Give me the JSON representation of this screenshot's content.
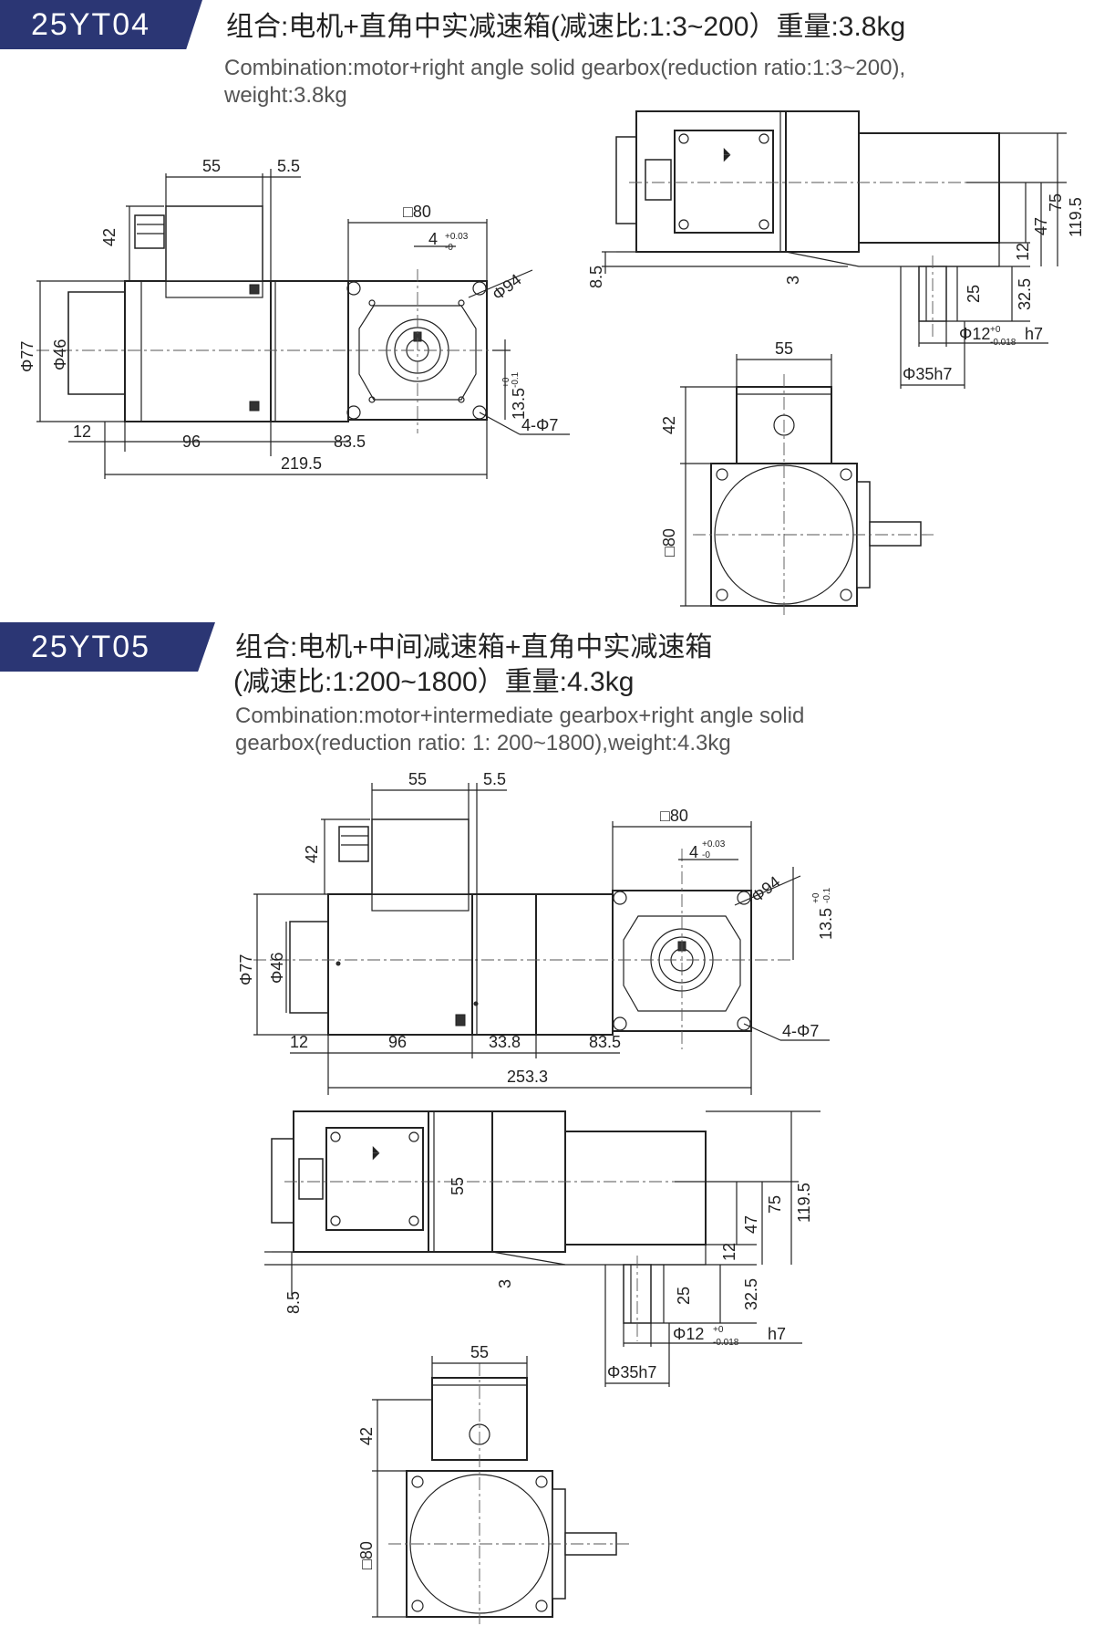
{
  "sections": [
    {
      "model": "25YT04",
      "title_cn": "组合:电机+直角中实减速箱(减速比:1:3~200）重量:3.8kg",
      "title_en_1": "Combination:motor+right angle solid gearbox(reduction ratio:1:3~200),",
      "title_en_2": "weight:3.8kg"
    },
    {
      "model": "25YT05",
      "title_cn_1": "组合:电机+中间减速箱+直角中实减速箱",
      "title_cn_2": "(减速比:1:200~1800）重量:4.3kg",
      "title_en_1": "Combination:motor+intermediate gearbox+right angle solid",
      "title_en_2": "gearbox(reduction  ratio: 1: 200~1800),weight:4.3kg"
    }
  ],
  "dims": {
    "d55": "55",
    "d5_5": "5.5",
    "d42": "42",
    "sq80": "□80",
    "d4": "4",
    "tol_p003": "+0.03",
    "tol_m0": "-0",
    "phi94": "Φ94",
    "phi77": "Φ77",
    "phi46": "Φ46",
    "d13_5": "13.5",
    "tol_p0": "+0",
    "tol_m01": "-0.1",
    "holes": "4-Φ7",
    "d12": "12",
    "d96": "96",
    "d83_5": "83.5",
    "d219_5": "219.5",
    "d253_3": "253.3",
    "d33_8": "33.8",
    "d8_5": "8.5",
    "d3": "3",
    "d25": "25",
    "d32_5": "32.5",
    "d47": "47",
    "d75": "75",
    "d119_5": "119.5",
    "phi12": "Φ12",
    "tol_m0018": "-0.018",
    "h7": "h7",
    "phi35": "Φ35h7"
  },
  "colors": {
    "badge": "#2b3674",
    "line": "#222222"
  }
}
